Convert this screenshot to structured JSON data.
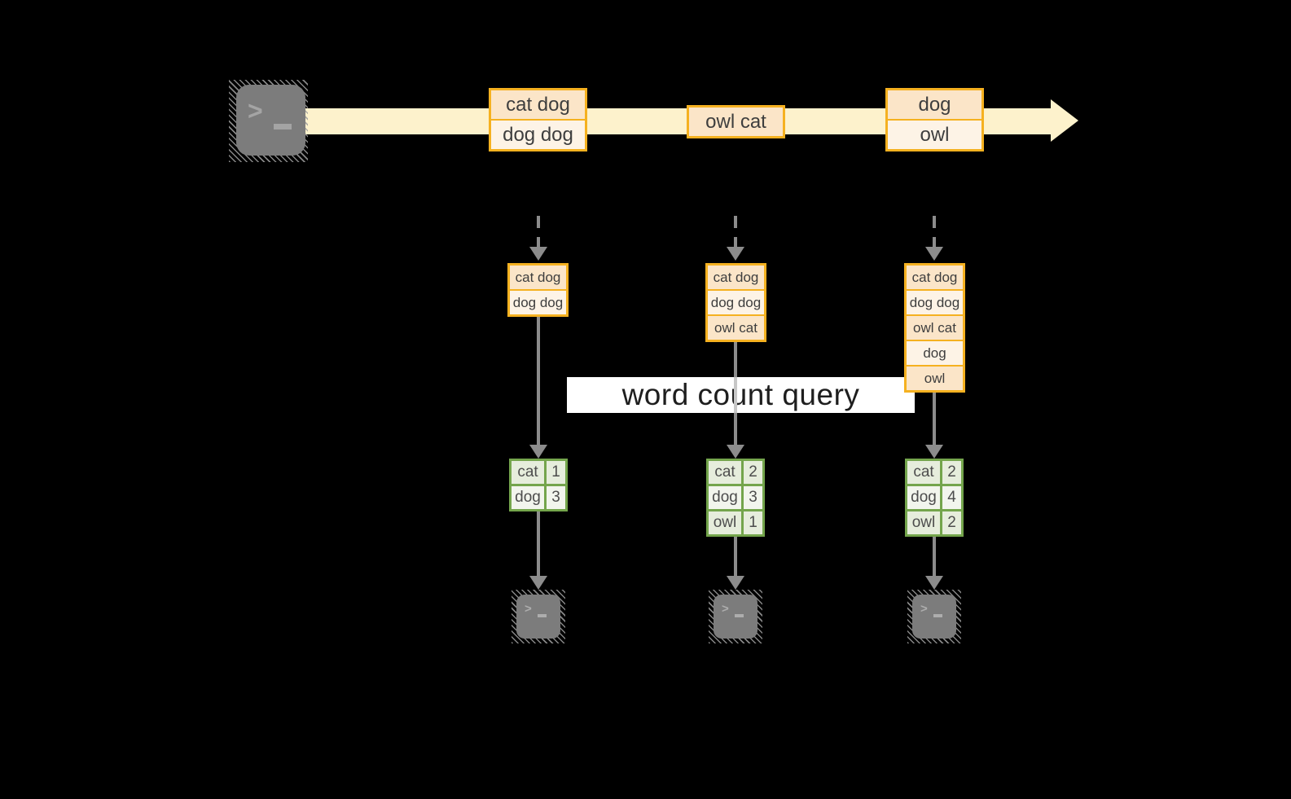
{
  "query_label": "word count query",
  "icons": {
    "prompt_chevron": ">"
  },
  "colors": {
    "background": "#000000",
    "stream_band": "#FDF2CC",
    "box_border_orange": "#F5B120",
    "box_fill_peach": "#FBE5C8",
    "box_fill_cream": "#FDF3E6",
    "table_border_green": "#74A54C",
    "table_fill_dark": "#E6EDDC",
    "table_fill_light": "#F2F5ED",
    "arrow_gray": "#8C8C8C",
    "terminal_gray": "#7C7C7C",
    "label_bg": "#FFFFFF"
  },
  "stream": {
    "batches": [
      {
        "rows": [
          "cat dog",
          "dog dog"
        ]
      },
      {
        "rows": [
          "owl cat"
        ]
      },
      {
        "rows": [
          "dog",
          "owl"
        ]
      }
    ]
  },
  "columns": [
    {
      "input_rows": [
        "cat dog",
        "dog dog"
      ],
      "counts": [
        {
          "word": "cat",
          "count": "1"
        },
        {
          "word": "dog",
          "count": "3"
        }
      ]
    },
    {
      "input_rows": [
        "cat dog",
        "dog dog",
        "owl cat"
      ],
      "counts": [
        {
          "word": "cat",
          "count": "2"
        },
        {
          "word": "dog",
          "count": "3"
        },
        {
          "word": "owl",
          "count": "1"
        }
      ]
    },
    {
      "input_rows": [
        "cat dog",
        "dog dog",
        "owl cat",
        "dog",
        "owl"
      ],
      "counts": [
        {
          "word": "cat",
          "count": "2"
        },
        {
          "word": "dog",
          "count": "4"
        },
        {
          "word": "owl",
          "count": "2"
        }
      ]
    }
  ]
}
